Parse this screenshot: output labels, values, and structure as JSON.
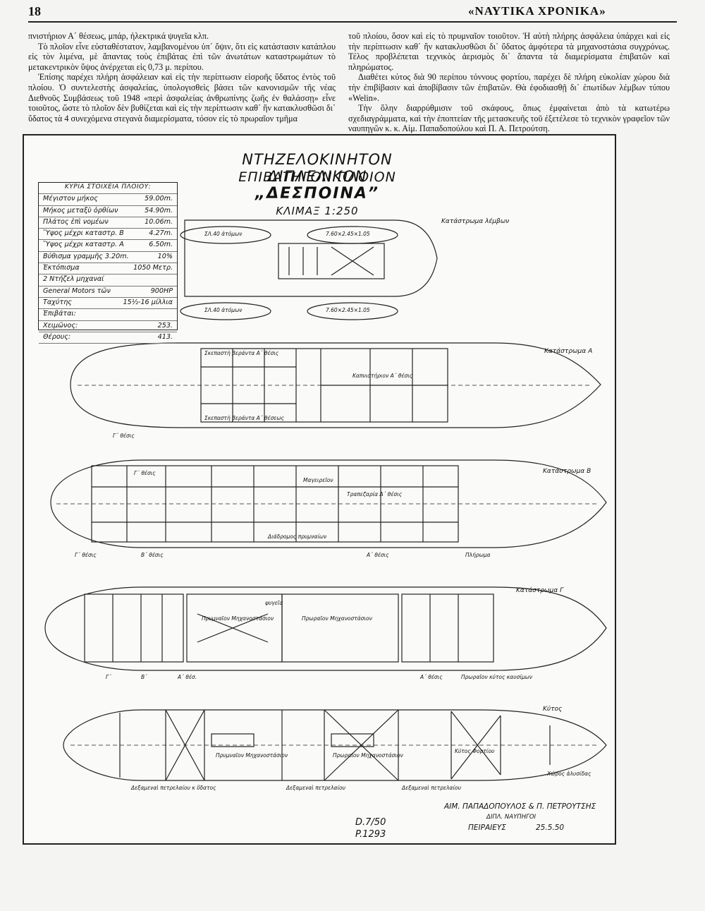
{
  "header": {
    "page_number": "18",
    "publication": "«ΝΑΥΤΙΚΑ ΧΡΟΝΙΚΑ»"
  },
  "article": {
    "col1_paragraphs": [
      "πνιστήριον Α΄ θέσεως, μπάρ, ἠλεκτρικά ψυγεῖα κλπ.",
      "Τὸ πλοῖον εἶνε εὐσταθέστατον, λαμβανομένου ὑπ᾿ ὄψιν, ὅτι εἰς κατάστασιν κατάπλου εἰς τὸν λιμένα, μὲ ἅπαντας τοὺς ἐπιβάτας ἐπὶ τῶν ἀνωτάτων καταστρωμάτων τὸ μετακεντρικὸν ὕψος ἀνέρχεται εἰς 0,73 μ. περίπου.",
      "Ἐπίσης παρέχει πλήρη ἀσφάλειαν καὶ εἰς τὴν περίπτωσιν εἰσροῆς ὕδατος ἐντὸς τοῦ πλοίου. Ὁ συντελεστὴς ἀσφαλείας, ὑπολογισθεὶς βάσει τῶν κανονισμῶν τῆς νέας Διεθνοῦς Συμβάσεως τοῦ 1948 «περὶ ἀσφαλείας ἀνθρωπίνης ζωῆς ἐν θαλάσσῃ» εἶνε τοιοῦτος, ὥστε τὸ πλοῖον δὲν βυθίζεται καὶ εἰς τὴν περίπτωσιν καθ᾿ ἣν κατακλυσθῶσι δι᾿ ὕδατος τὰ 4 συνεχόμενα στεγανὰ διαμερίσματα, τόσον εἰς τὸ πρωραῖον τμῆμα"
    ],
    "col2_paragraphs": [
      "τοῦ πλοίου, ὅσον καὶ εἰς τὸ πρυμναῖον τοιοῦτον. Ἡ αὐτὴ πλήρης ἀσφάλεια ὑπάρχει καὶ εἰς τὴν περίπτωσιν καθ᾿ ἣν κατακλυσθῶσι δι᾿ ὕδατος ἀμφότερα τὰ μηχανοστάσια συγχρόνως. Τέλος προβλέπεται τεχνικὸς ἀερισμὸς δι᾿ ἅπαντα τὰ διαμερίσματα ἐπιβατῶν καὶ πληρώματος.",
      "Διαθέτει κύτος διὰ 90 περίπου τόννους φορτίου, παρέχει δὲ πλήρη εὐκολίαν χώρου διὰ τὴν ἐπιβίβασιν καὶ ἀποβίβασιν τῶν ἐπιβατῶν. Θὰ ἐφοδιασθῇ δι᾿ ἐπωτίδων λέμβων τύπου «Welin».",
      "Τὴν ὅλην διαρρύθμισιν τοῦ σκάφους, ὅπως ἐμφαίνεται ἀπὸ τὰ κατωτέρω σχεδιαγράμματα, καὶ τὴν ἐποπτείαν τῆς μετασκευῆς τοῦ ἐξετέλεσε τὸ τεχνικὸν γραφεῖον τῶν ναυπηγῶν κ. κ. Αἰμ. Παπαδοπούλου καὶ Π. Α. Πετρούτση."
    ]
  },
  "drawing": {
    "title_line1": "ΝΤΗΖΕΛΟΚΙΝΗΤΟΝ ΔΙΠΛΕΛΙΚΟΝ",
    "title_line2": "ΕΠΙΒΑΤΗΓΟΝ ΠΛΟΙΟΝ",
    "ship_name": "„ΔΕΣΠΟΙΝΑ”",
    "scale": "ΚΛΙΜΑΞ 1:250",
    "spec_table": {
      "heading": "ΚΥΡΙΑ ΣΤΟΙΧΕΙΑ ΠΛΟΙΟΥ:",
      "rows": [
        {
          "label": "Μέγιστον μήκος",
          "value": "59.00m."
        },
        {
          "label": "Μήκος μεταξὺ ὀρθίων",
          "value": "54.90m."
        },
        {
          "label": "Πλάτος ἐπὶ νομέων",
          "value": "10.06m."
        },
        {
          "label": "Ὕψος μέχρι καταστρ. Β",
          "value": "4.27m."
        },
        {
          "label": "Ὕψος μέχρι καταστρ. Α",
          "value": "6.50m."
        },
        {
          "label": "Βύθισμα γραμμῆς 3.20m.",
          "value": "10%"
        },
        {
          "label": "Ἐκτόπισμα",
          "value": "1050 Μετρ."
        },
        {
          "label": "2 Ντήζελ μηχαναί",
          "value": ""
        },
        {
          "label": "General Motors τῶν",
          "value": "900HP"
        },
        {
          "label": "Ταχύτης",
          "value": "15½-16 μίλλια"
        },
        {
          "label": "Ἐπιβάται:",
          "value": ""
        },
        {
          "label": "Χειμῶνος:",
          "value": "253."
        },
        {
          "label": "Θέρους:",
          "value": "413."
        }
      ]
    },
    "boat_deck": {
      "label": "Κατάστρωμα λέμβων",
      "lifeboat_capacity_1": "ΣΛ.40 ἀτόμων",
      "lifeboat_capacity_2": "ΣΛ.40 ἀτόμων",
      "lifeboat_dims_1": "7.60×2.45×1.05",
      "lifeboat_dims_2": "7.60×2.45×1.05"
    },
    "deck_a": {
      "label": "Κατάστρωμα Α",
      "verandah_top": "Σκεπαστὴ βεράντα Α΄ θέσις",
      "verandah_bottom": "Σκεπαστὴ βεράντα Α΄ θέσεως",
      "smoking": "Καπνιστήριον Α΄ θέσις",
      "class_g": "Γ΄ θέσις"
    },
    "deck_b": {
      "label": "Κατάστρωμα Β",
      "class_g": "Γ΄ θέσις",
      "class_b": "Β΄ θέσις",
      "class_a": "Α΄ θέσις",
      "crew": "Πλήρωμα",
      "galley": "Μαγειρεῖον",
      "dining": "Τραπεζαρία Α΄ θέσις",
      "corridor": "Διάδρομος πρυμναίων",
      "class_g_inner": "Γ΄ θέσις"
    },
    "deck_g": {
      "label": "Κατάστρωμα Γ",
      "aft_engine": "Πρυμναῖον Μηχανοστάσιον",
      "fwd_engine": "Πρωραῖον Μηχανοστάσιον",
      "refrigerators": "ψυγεῖα",
      "class_g": "Γ΄",
      "class_b": "Β΄",
      "class_a_short": "Α΄ θέσ.",
      "class_a": "Α΄ θέσις",
      "fwd_hold_note": "Πρωραῖον κύτος καυσίμων"
    },
    "hold": {
      "label": "Κύτος",
      "cargo_hold": "Κύτος Φορτίου",
      "aft_engine": "Πρυμναῖον Μηχανοστάσιον",
      "fwd_engine": "Πρωραῖον Μηχανοστάσιον",
      "tanks_left": "Δεξαμεναὶ πετρελαίου κ ὕδατος",
      "tanks_mid": "Δεξαμεναὶ πετρελαίου",
      "tanks_right": "Δεξαμεναὶ πετρελαίου",
      "chain_locker": "Χώρος ἀλυσίδας"
    },
    "signature": {
      "designers": "ΑΙΜ. ΠΑΠΑΔΟΠΟΥΛΟΣ & Π. ΠΕΤΡΟΥΤΣΗΣ",
      "role": "ΔΙΠΛ. ΝΑΥΠΗΓΟΙ",
      "city": "ΠΕΙΡΑΙΕΥΣ",
      "date": "25.5.50",
      "drawing_no": "D.7/50",
      "ref_no": "P.1293"
    }
  }
}
